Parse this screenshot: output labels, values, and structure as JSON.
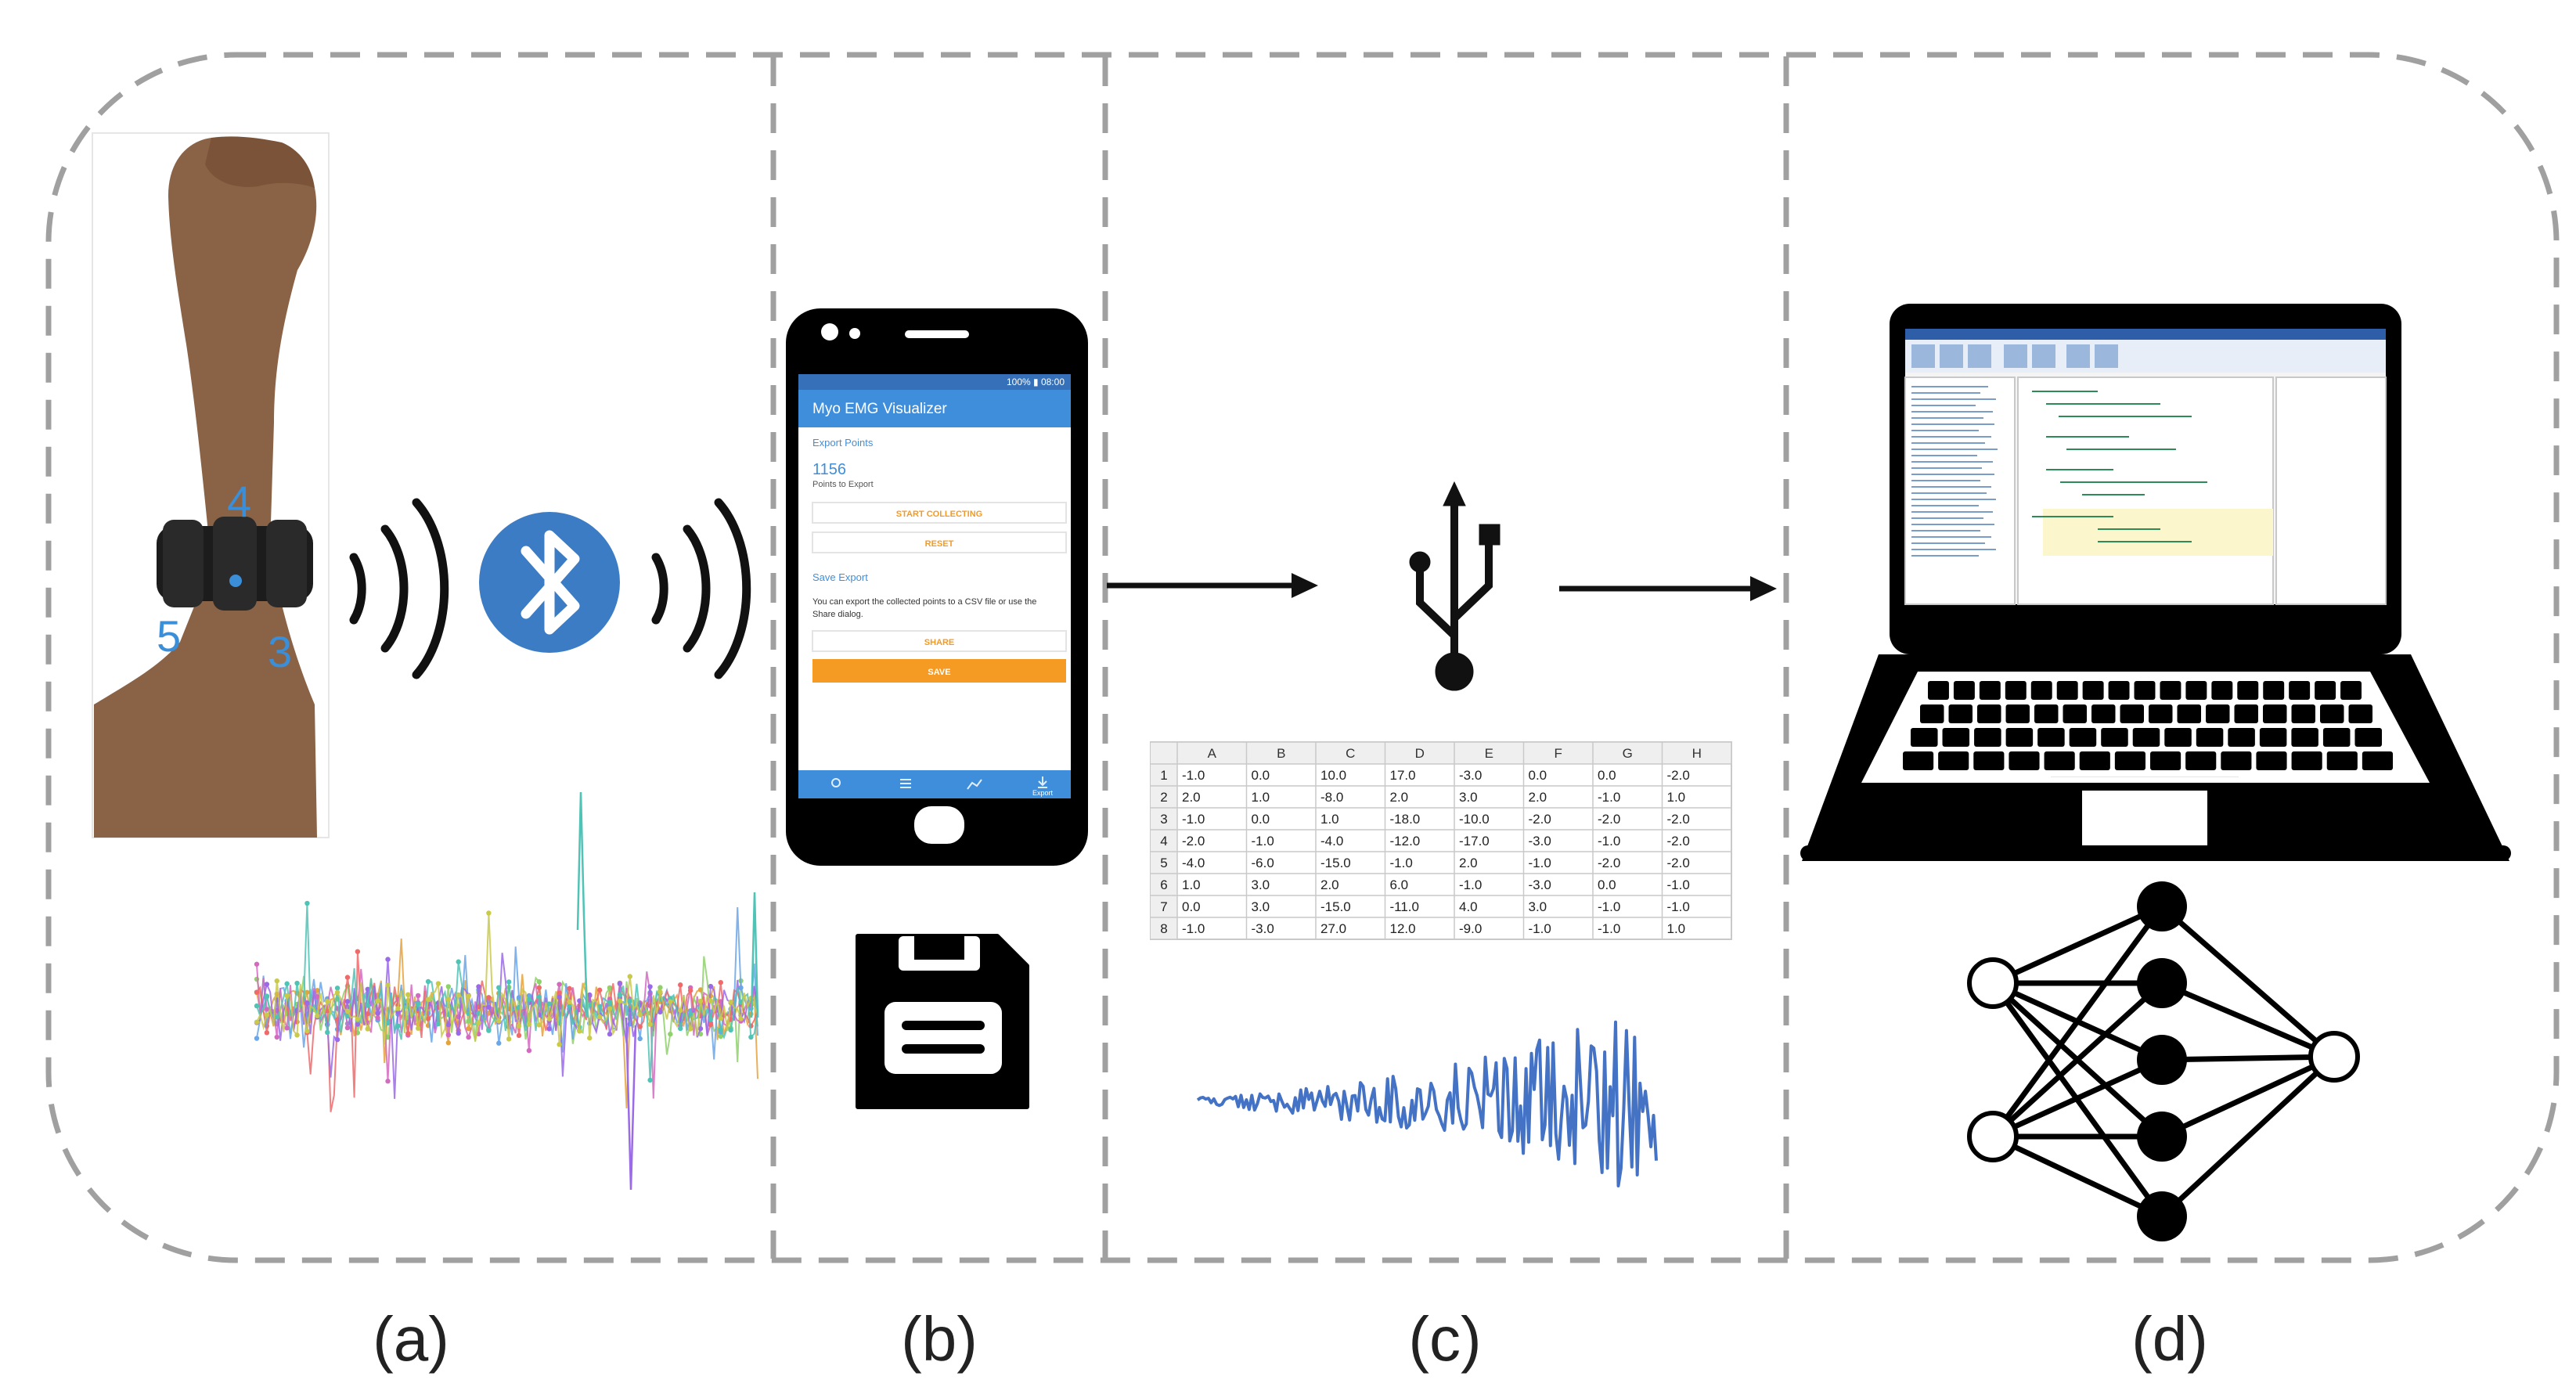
{
  "labels": {
    "a": "(a)",
    "b": "(b)",
    "c": "(c)",
    "d": "(d)"
  },
  "armband": {
    "pod_numbers": [
      "4",
      "5",
      "3"
    ]
  },
  "phone": {
    "status_bar": "100% ▮ 08:00",
    "app_title": "Myo EMG Visualizer",
    "export_points_heading": "Export Points",
    "points_count": "1156",
    "points_caption": "Points to Export",
    "start_button": "START COLLECTING",
    "reset_button": "RESET",
    "save_export_heading": "Save Export",
    "save_export_text_line1": "You can export the collected points to a CSV file or use the",
    "save_export_text_line2": "Share dialog.",
    "share_button": "SHARE",
    "save_button": "SAVE",
    "export_tab": "Export"
  },
  "spreadsheet": {
    "columns": [
      "A",
      "B",
      "C",
      "D",
      "E",
      "F",
      "G",
      "H"
    ],
    "rows": [
      [
        "1",
        "-1.0",
        "0.0",
        "10.0",
        "17.0",
        "-3.0",
        "0.0",
        "0.0",
        "-2.0"
      ],
      [
        "2",
        "2.0",
        "1.0",
        "-8.0",
        "2.0",
        "3.0",
        "2.0",
        "-1.0",
        "1.0"
      ],
      [
        "3",
        "-1.0",
        "0.0",
        "1.0",
        "-18.0",
        "-10.0",
        "-2.0",
        "-2.0",
        "-2.0"
      ],
      [
        "4",
        "-2.0",
        "-1.0",
        "-4.0",
        "-12.0",
        "-17.0",
        "-3.0",
        "-1.0",
        "-2.0"
      ],
      [
        "5",
        "-4.0",
        "-6.0",
        "-15.0",
        "-1.0",
        "2.0",
        "-1.0",
        "-2.0",
        "-2.0"
      ],
      [
        "6",
        "1.0",
        "3.0",
        "2.0",
        "6.0",
        "-1.0",
        "-3.0",
        "0.0",
        "-1.0"
      ],
      [
        "7",
        "0.0",
        "3.0",
        "-15.0",
        "-11.0",
        "4.0",
        "3.0",
        "-1.0",
        "-1.0"
      ],
      [
        "8",
        "-1.0",
        "-3.0",
        "27.0",
        "12.0",
        "-9.0",
        "-1.0",
        "-1.0",
        "1.0"
      ]
    ]
  },
  "colors": {
    "border": "#9e9e9e",
    "bluetooth": "#3b7cc4",
    "phone_blue": "#3f8edc",
    "save_orange": "#f59a23",
    "pod_number": "#3a8fd8",
    "signal_blue": "#4472c4"
  },
  "icons": [
    "bluetooth-icon",
    "floppy-disk-icon",
    "usb-icon",
    "laptop-icon",
    "neural-network-icon"
  ]
}
